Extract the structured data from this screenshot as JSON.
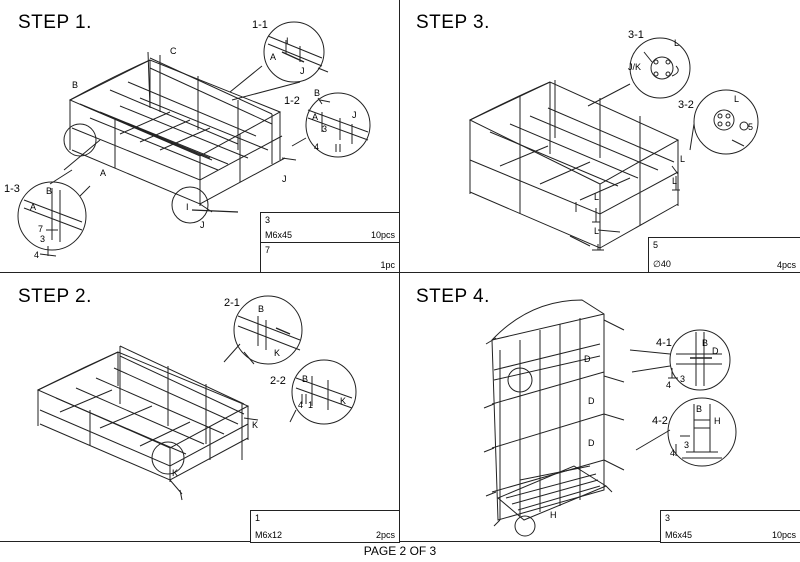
{
  "steps": {
    "s1": {
      "title": "STEP 1.",
      "details": {
        "d1": "1-1",
        "d2": "1-2",
        "d3": "1-3"
      }
    },
    "s2": {
      "title": "STEP 2.",
      "details": {
        "d1": "2-1",
        "d2": "2-2"
      }
    },
    "s3": {
      "title": "STEP 3.",
      "details": {
        "d1": "3-1",
        "d2": "3-2"
      }
    },
    "s4": {
      "title": "STEP 4.",
      "details": {
        "d1": "4-1",
        "d2": "4-2"
      }
    }
  },
  "callouts": {
    "A": "A",
    "B": "B",
    "C": "C",
    "D": "D",
    "H": "H",
    "I": "I",
    "J": "J",
    "K": "K",
    "L": "L",
    "JK": "J/K",
    "n3": "3",
    "n4": "4",
    "n5": "5",
    "n7": "7"
  },
  "parts": {
    "p1": [
      {
        "num": "3",
        "desc": "M6x45",
        "qty": "10pcs"
      },
      {
        "num": "7",
        "desc": "",
        "qty": "1pc"
      }
    ],
    "p2": [
      {
        "num": "1",
        "desc": "M6x12",
        "qty": "2pcs"
      }
    ],
    "p3": [
      {
        "num": "5",
        "desc": "∅40",
        "qty": "4pcs"
      }
    ],
    "p4": [
      {
        "num": "3",
        "desc": "M6x45",
        "qty": "10pcs"
      }
    ]
  },
  "footer": {
    "page_label": "PAGE 2 OF  3"
  }
}
